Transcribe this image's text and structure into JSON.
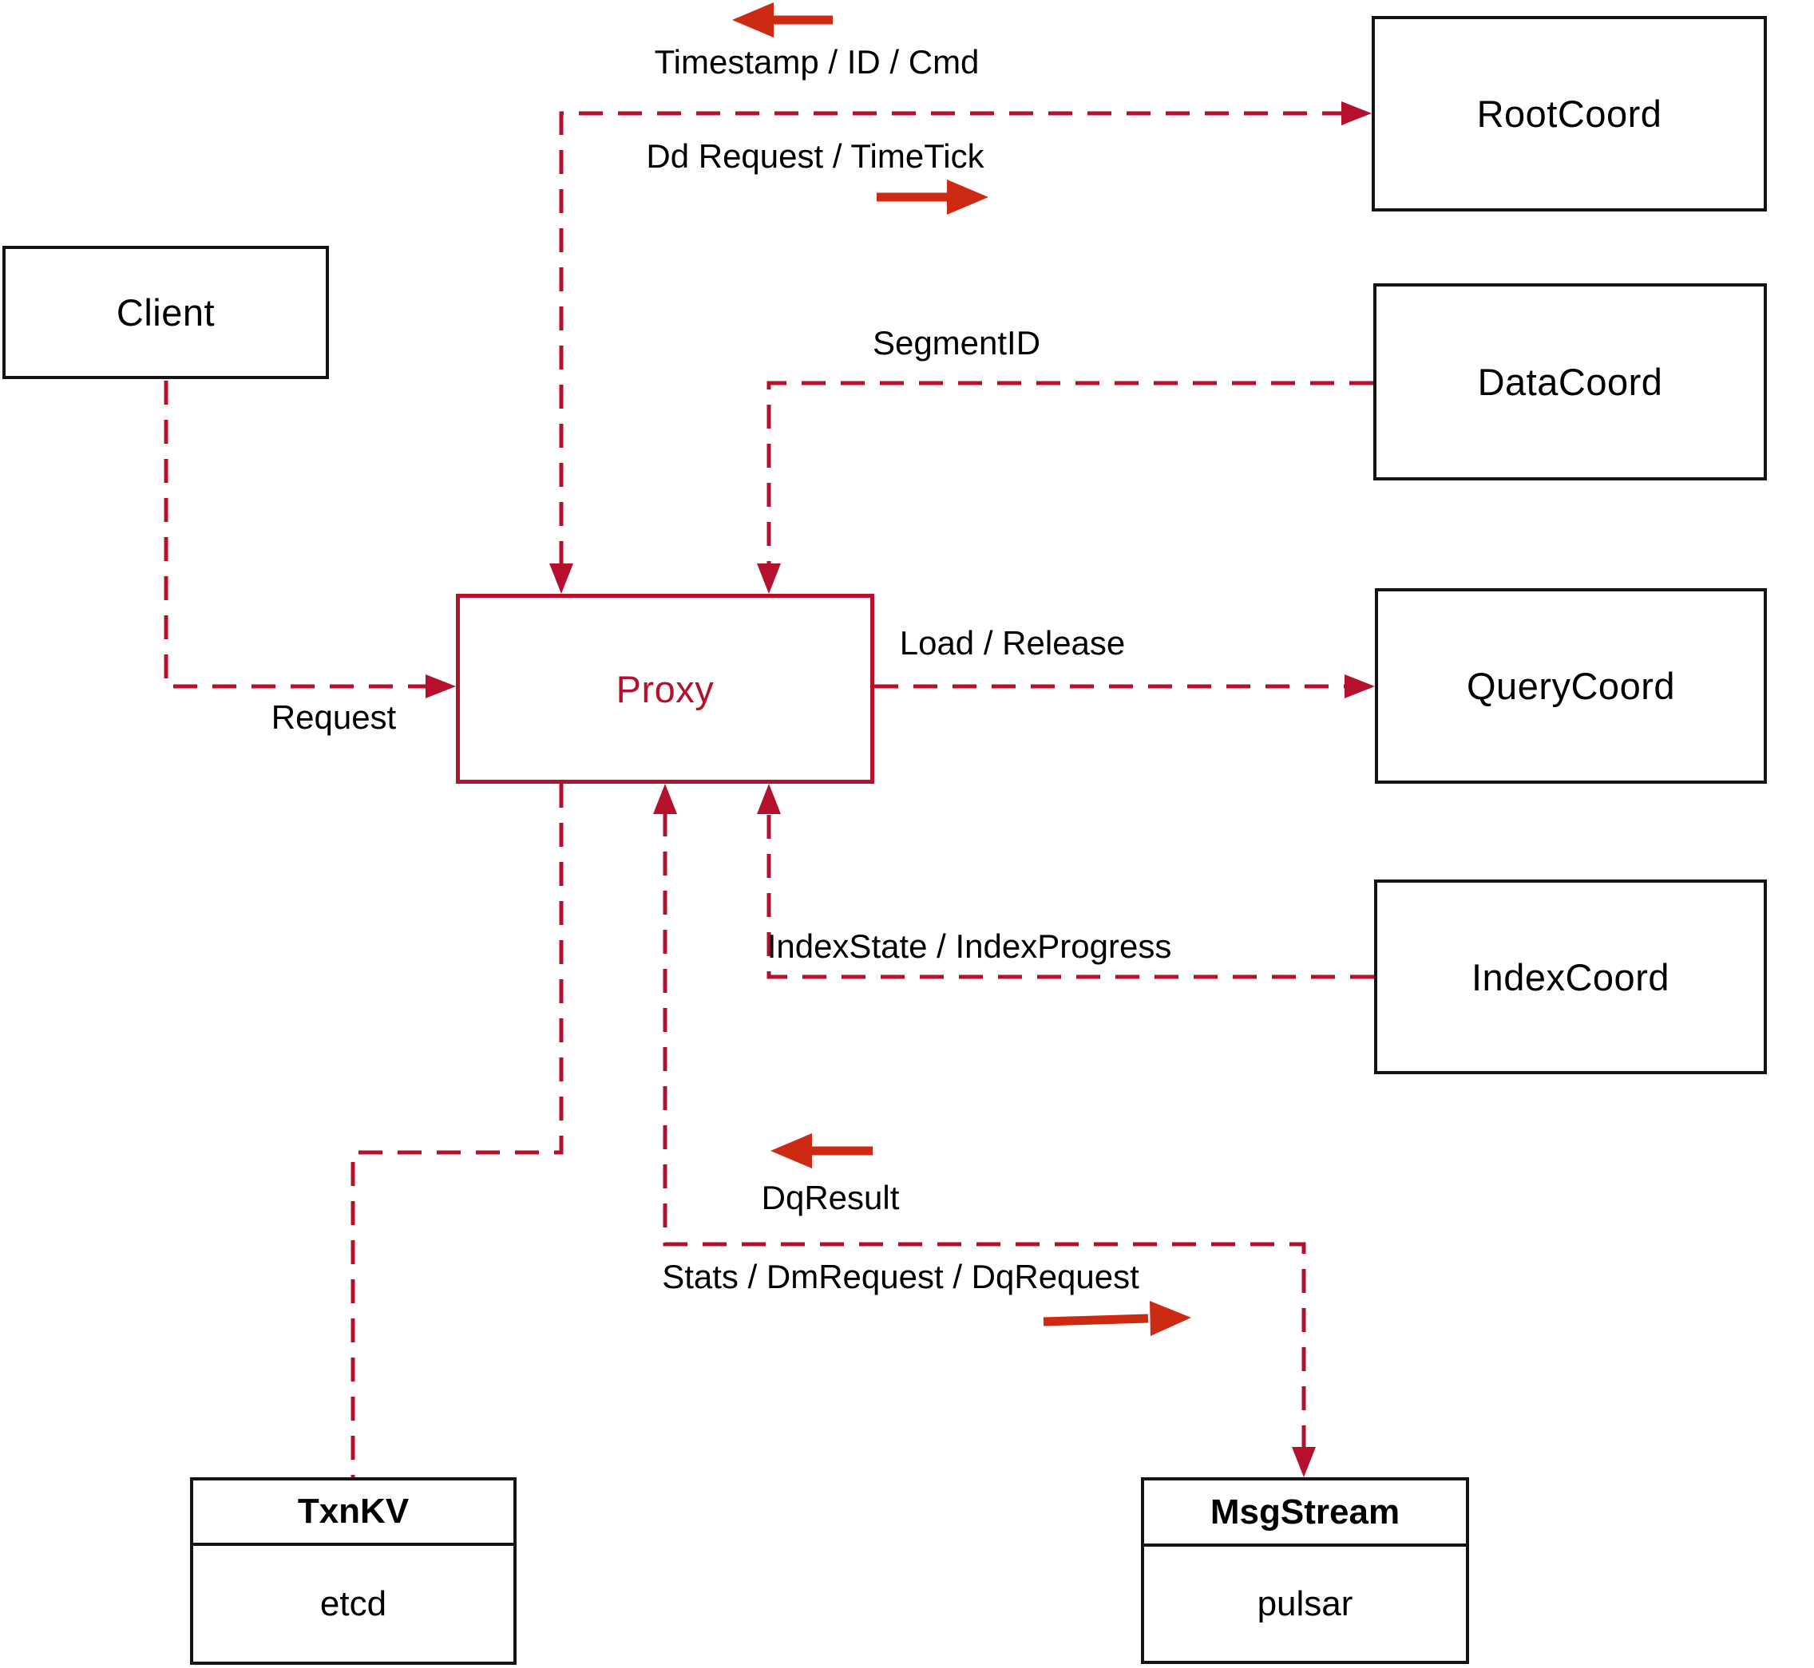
{
  "diagram": {
    "title_hint": "Proxy interaction architecture diagram",
    "colors": {
      "dashed_line_red": "#b5112e",
      "direction_arrow_red": "#cc2a12",
      "box_border_black": "#141414",
      "background": "#ffffff"
    },
    "nodes": {
      "client": {
        "label": "Client"
      },
      "proxy": {
        "label": "Proxy"
      },
      "root_coord": {
        "label": "RootCoord"
      },
      "data_coord": {
        "label": "DataCoord"
      },
      "query_coord": {
        "label": "QueryCoord"
      },
      "index_coord": {
        "label": "IndexCoord"
      },
      "txn_kv": {
        "title": "TxnKV",
        "impl": "etcd"
      },
      "msg_stream": {
        "title": "MsgStream",
        "impl": "pulsar"
      }
    },
    "edge_labels": {
      "timestamp_id_cmd": "Timestamp / ID / Cmd",
      "dd_request_timetick": "Dd Request / TimeTick",
      "segment_id": "SegmentID",
      "request": "Request",
      "load_release": "Load / Release",
      "index_state_progress": "IndexState / IndexProgress",
      "dq_result": "DqResult",
      "stats_dm_dq_request": "Stats / DmRequest / DqRequest"
    }
  }
}
